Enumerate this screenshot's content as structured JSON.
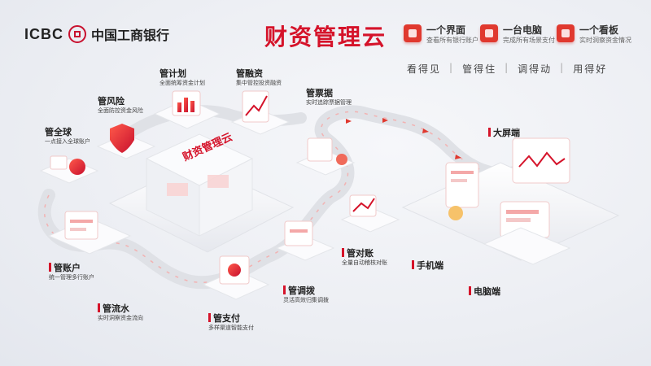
{
  "header": {
    "logo_text": "ICBC",
    "bank_name": "中国工商银行",
    "title": "财资管理云"
  },
  "features": [
    {
      "title": "一个界面",
      "desc": "查看所有银行账户"
    },
    {
      "title": "一台电脑",
      "desc": "完成所有场景支付"
    },
    {
      "title": "一个看板",
      "desc": "实时洞察资金情况"
    }
  ],
  "slogans": [
    "看得见",
    "管得住",
    "调得动",
    "用得好"
  ],
  "center_label": "财资管理云",
  "modules": [
    {
      "name": "管计划",
      "desc": "全面统筹资金计划"
    },
    {
      "name": "管融资",
      "desc": "集中管控投资融资"
    },
    {
      "name": "管风险",
      "desc": "全面防控资金风险"
    },
    {
      "name": "管票据",
      "desc": "实时追踪票据管理"
    },
    {
      "name": "管全球",
      "desc": "一点接入全球账户"
    },
    {
      "name": "管账户",
      "desc": "统一管理多行账户"
    },
    {
      "name": "管对账",
      "desc": "全量自动稽核对账"
    },
    {
      "name": "管流水",
      "desc": "实时洞察资金流向"
    },
    {
      "name": "管调拨",
      "desc": "灵活高效归集调拨"
    },
    {
      "name": "管支付",
      "desc": "多样渠道智能支付"
    }
  ],
  "devices": [
    "大屏端",
    "手机端",
    "电脑端"
  ],
  "colors": {
    "brand": "#d5132a",
    "accent": "#e0392f"
  }
}
